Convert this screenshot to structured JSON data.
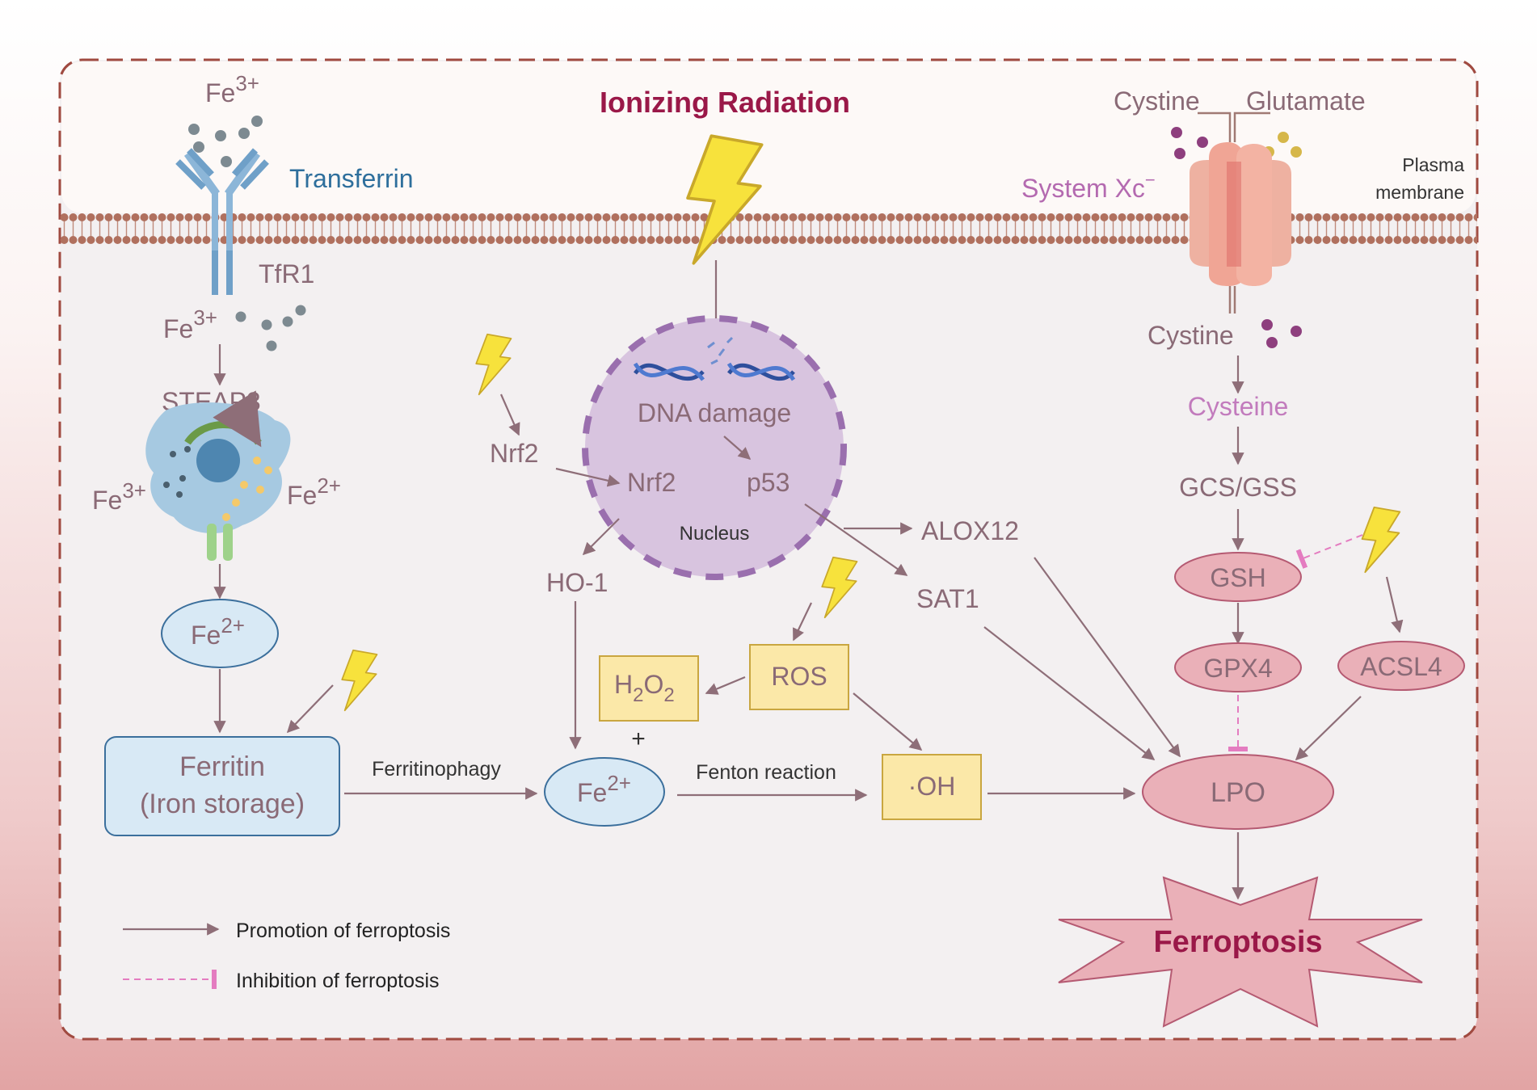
{
  "title": "Ionizing Radiation",
  "membrane": {
    "label_line1": "Plasma",
    "label_line2": "membrane"
  },
  "iron_uptake": {
    "fe3_top": "Fe",
    "fe3_top_sup": "3+",
    "transferrin": "Transferrin",
    "tfr1": "TfR1",
    "fe3_inside": "Fe",
    "fe3_inside_sup": "3+",
    "steap3": "STEAP3",
    "endo_fe3": "Fe",
    "endo_fe3_sup": "3+",
    "endo_fe2": "Fe",
    "endo_fe2_sup": "2+",
    "fe2_pool": "Fe",
    "fe2_pool_sup": "2+",
    "ferritin_line1": "Ferritin",
    "ferritin_line2": "(Iron storage)",
    "ferritinophagy": "Ferritinophagy"
  },
  "nucleus": {
    "dna_damage": "DNA damage",
    "nrf2_inside": "Nrf2",
    "p53": "p53",
    "label": "Nucleus",
    "nrf2_outside": "Nrf2",
    "ho1": "HO-1"
  },
  "center": {
    "alox12": "ALOX12",
    "sat1": "SAT1",
    "ros": "ROS",
    "h2o2_h": "H",
    "h2o2_sub1": "2",
    "h2o2_o": "O",
    "h2o2_sub2": "2",
    "plus": "+",
    "fe2_center": "Fe",
    "fe2_center_sup": "2+",
    "fenton": "Fenton reaction",
    "oh": "·OH"
  },
  "system_xc": {
    "cystine_top": "Cystine",
    "glutamate": "Glutamate",
    "label": "System Xc",
    "label_sup": "−",
    "cystine_inside": "Cystine",
    "cysteine": "Cysteine",
    "gcs_gss": "GCS/GSS",
    "gsh": "GSH",
    "gpx4": "GPX4",
    "acsl4": "ACSL4",
    "lpo": "LPO",
    "ferroptosis": "Ferroptosis"
  },
  "legend": {
    "promotion": "Promotion of ferroptosis",
    "inhibition": "Inhibition of ferroptosis"
  },
  "colors": {
    "title": "#9a1848",
    "transferrin": "#2e6f9c",
    "system_xc": "#b46ab0",
    "cysteine": "#c27bbd",
    "arrow": "#8e6e78",
    "inhibition": "#e47cc0",
    "bolt": "#f7e23c",
    "pink_node": "#eab0b8",
    "yellow_box": "#fbe8a8",
    "blue_node": "#d8e9f5",
    "nucleus": "#d8c4df",
    "ferroptosis_text": "#9a1848"
  },
  "icons": [
    "lightning-bolt-icon",
    "transferrin-receptor-icon",
    "dna-helix-icon",
    "endosome-icon",
    "xc-transporter-icon"
  ]
}
